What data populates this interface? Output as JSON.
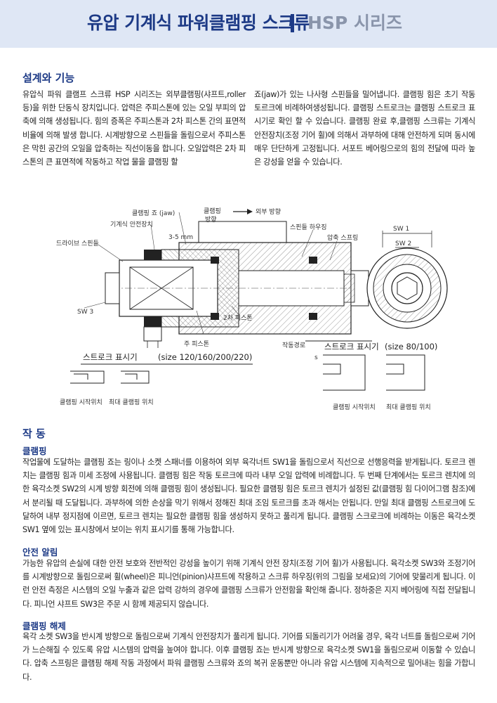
{
  "header": {
    "title": "유압 기계식 파워클램핑 스크류",
    "series": "HSP 시리즈"
  },
  "design": {
    "title": "설계와 기능",
    "left_text": "유압식 파워 클램프 스크류 HSP 시리즈는 외부클램핑(샤프트,roller 등)을 위한 단동식 장치입니다. 압력은 주피스톤에 있는 오일 부피의 압축에 의해 생성됩니다. 힘의 증폭은 주피스톤과 2차 피스톤 간의 표면적 비율에 의해 발생 합니다. 시계방향으로 스핀들을 돌림으로서 주피스톤은 막힌 공간의 오일을 압축하는 직선이동을 합니다. 오일압력은 2차 피스톤의 큰 표면적에 작동하고 작업 물을 클램핑 할",
    "right_text": "죠(jaw)가 있는 나사형 스핀들을 밀어냅니다. 클램핑 힘은 초기 작동 토르크에 비례하여생성됩니다. 클램핑 스트로크는 클램핑 스트로크 표시기로 확인 할 수 있습니다. 클램핑 완료 후,클램핑 스크류는 기계식 안전장치(조정 기어 휠)에 의해서 과부하에 대해 안전하게 되며 동시에 매우 단단하게 고정됩니다. 서포트 베어링으로의 힘의 전달에 따라 높은 강성을 얻을 수 있습니다."
  },
  "diagram": {
    "labels": {
      "jaw": "클램핑 죠 (jaw)",
      "clamping_direction": "클램핑\n방향",
      "external_direction": "외부 방향",
      "safety": "기계식 안전장치",
      "drive_spindle": "드라이브 스핀들",
      "gap": "3-5 mm",
      "spindle_housing": "스핀들 하우징",
      "pressure_spring": "압축 스프링",
      "sw1": "SW 1",
      "sw2": "SW 2",
      "sw3": "SW 3",
      "secondary_piston": "2차 피스톤",
      "main_piston": "주 피스톤",
      "stroke_path": "작동경로",
      "s": "s",
      "stroke_indicator_a": "스트로크 표시기",
      "size_a": "(size 120/160/200/220)",
      "stroke_indicator_b": "스트로크 표시기",
      "size_b": "(size 80/100)",
      "start_pos": "클램핑 시작위치",
      "max_pos": "최대 클램핑 위치"
    }
  },
  "operation": {
    "title": "작 동",
    "clamping": {
      "title": "클램핑",
      "text": "작업물에 도달하는 클램핑 죠는 링이나 소켓 스패너를 이용하여 외부 육각너트 SW1을 돌림으로서 직선으로 선행응력을 받게됩니다. 토르크 렌치는 클램핑 힘과 미세 조정에 사용됩니다. 클램핑 힘은 작동 토르크에 따라 내부 오일 압력에 비례합니다. 두 번째 단계에서는 토르크 렌치에 의한 육각소켓 SW2의 시계 방향 회전에 의해 클램핑 힘이 생성됩니다. 필요한 클램핑 힘은 토르크 렌치가 설정된 값(클램핑 힘 다이어그램 참조)에서 분리될 때 도달됩니다. 과부하에 의한 손상을 막기 위해서 정해진 최대 조임 토르크를 초과 해서는 안됩니다. 만일 최대 클램핑 스트로크에 도달하여 내부 정지점에 이르면, 토르크 렌치는 필요한 클램핑 힘을 생성하지 못하고 풀리게 됩니다. 클램핑 스크로크에 비례하는 이동은 육각소켓 SW1 옆에 있는 표시창에서 보이는 위치 표시기를 통해 가능합니다."
    },
    "safety": {
      "title": "안전 알림",
      "text": "가능한 유압의 손실에 대한 안전 보호와 전반적인 강성을 높이기 위해 기계식 안전 장치(조정 기어 휠)가 사용됩니다. 육각소켓 SW3와 조정기어를 시계방향으로 돌림으로써 휠(wheel)은 피니언(pinion)샤프트에 작용하고 스크류 하우징(위의 그림을 보세요)의 기어에 맞물리게 됩니다. 이런 안전 측정은 시스템의 오일 누출과 같은 압력 강하의 경우에 클램핑 스크류가 안전함을 확인해 줍니다. 정하중은 지지 베어링에 직접 전달됩니다. 피니언 샤프트 SW3은 주문 시 함께 제공되지 않습니다."
    },
    "release": {
      "title": "클램핑 해제",
      "text": "육각 소켓 SW3을 반시계 방향으로 돌림으로써 기계식 안전장치가 풀리게 됩니다. 기어를 되돌리기가 어려울 경우, 육각 너트를 돌림으로써 기어가 느슨해질 수 있도록 유압 시스템의 압력을 높여야 합니다. 이후 클램핑 죠는 반시계 방향으로 육각소켓 SW1을 돌림으로써 이동할 수 있습니다. 압축 스프링은 클램핑 해제 작동 과정에서 파워 클램핑 스크류와 죠의 복귀 운동뿐만 아니라 유압 시스템에 지속적으로 밀어내는 힘을 가합니다."
    }
  }
}
